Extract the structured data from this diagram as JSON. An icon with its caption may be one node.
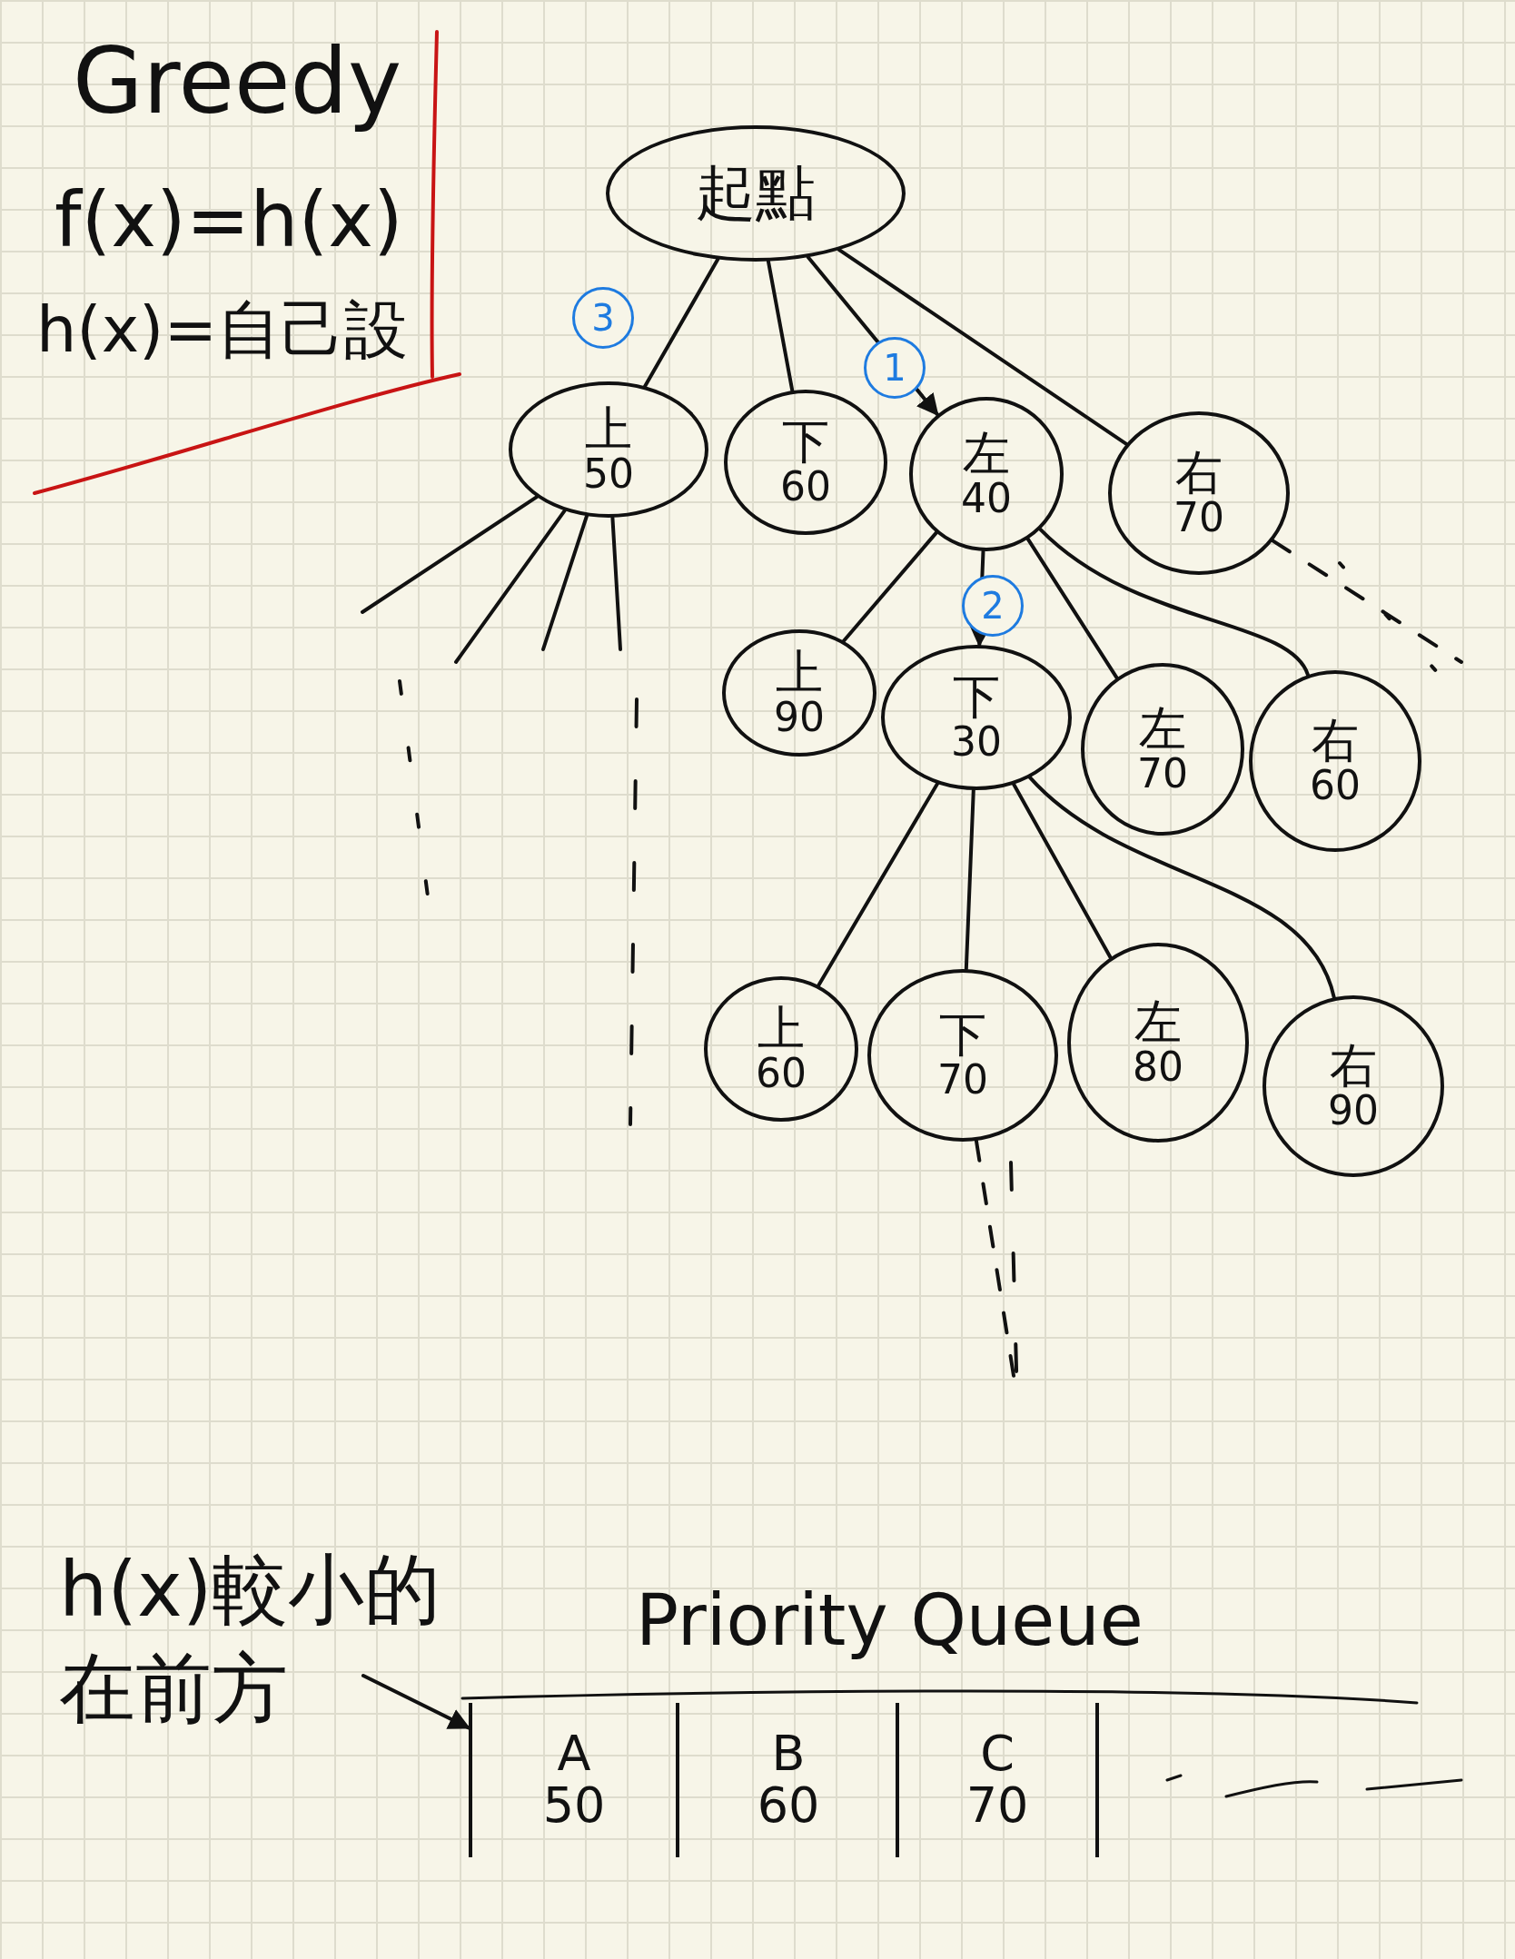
{
  "diagram": {
    "nodes": [
      {
        "text": [
          "起點"
        ]
      },
      {
        "text": [
          "上",
          "50"
        ]
      },
      {
        "text": [
          "下",
          "60"
        ]
      },
      {
        "text": [
          "左",
          "40"
        ]
      },
      {
        "text": [
          "右",
          "70"
        ]
      },
      {
        "text": [
          "上",
          "90"
        ]
      },
      {
        "text": [
          "下",
          "30"
        ]
      },
      {
        "text": [
          "左",
          "70"
        ]
      },
      {
        "text": [
          "右",
          "60"
        ]
      },
      {
        "text": [
          "上",
          "60"
        ]
      },
      {
        "text": [
          "下",
          "70"
        ]
      },
      {
        "text": [
          "左",
          "80"
        ]
      },
      {
        "text": [
          "右",
          "90"
        ]
      },
      {
        "text": [
          "h(x)較小的在前方"
        ]
      },
      {
        "text": [
          "A",
          "50"
        ]
      },
      {
        "text": [
          "B",
          "60"
        ]
      },
      {
        "text": [
          "C",
          "70"
        ]
      }
    ],
    "edges": [
      {
        "from": 0,
        "to": 1,
        "arrow": "none",
        "label": "3"
      },
      {
        "from": 0,
        "to": 2,
        "arrow": "none"
      },
      {
        "from": 0,
        "to": 3,
        "arrow": "to",
        "label": "1"
      },
      {
        "from": 0,
        "to": 4,
        "arrow": "none"
      },
      {
        "from": 3,
        "to": 5,
        "arrow": "none"
      },
      {
        "from": 3,
        "to": 6,
        "arrow": "to",
        "label": "2"
      },
      {
        "from": 3,
        "to": 7,
        "arrow": "none"
      },
      {
        "from": 3,
        "to": 8,
        "arrow": "none"
      },
      {
        "from": 6,
        "to": 9,
        "arrow": "none"
      },
      {
        "from": 6,
        "to": 10,
        "arrow": "none"
      },
      {
        "from": 6,
        "to": 11,
        "arrow": "none"
      },
      {
        "from": 6,
        "to": 12,
        "arrow": "none"
      },
      {
        "from": 1,
        "to": null,
        "arrow": "none"
      },
      {
        "from": 1,
        "to": null,
        "arrow": "none"
      },
      {
        "from": 1,
        "to": null,
        "arrow": "none"
      },
      {
        "from": 1,
        "to": null,
        "arrow": "none"
      },
      {
        "from": 4,
        "to": null,
        "arrow": "none",
        "style": "dashed"
      },
      {
        "from": 10,
        "to": null,
        "arrow": "none",
        "style": "dashed"
      },
      {
        "from": 13,
        "to": 14,
        "arrow": "to"
      }
    ],
    "labels": [
      "Greedy",
      "f(x)=h(x)",
      "h(x)=自己設",
      "Priority Queue"
    ]
  }
}
